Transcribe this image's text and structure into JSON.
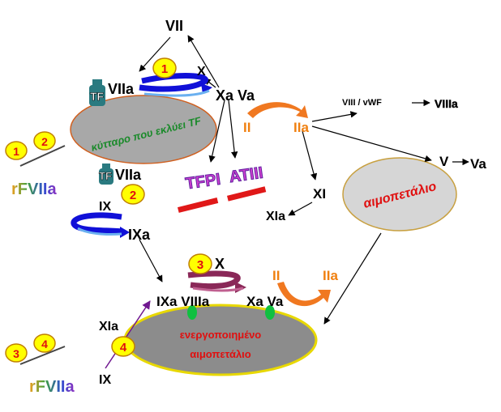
{
  "labels": {
    "vii": "VII",
    "x_top": "X",
    "xa_va_top": "Xa Va",
    "tf_top": "TF",
    "viia_top": "VIIa",
    "tf_mid": "TF",
    "viia_mid": "VIIa",
    "ix_left": "IX",
    "ixa_left": "IXa",
    "ii_top": "II",
    "iia_top": "IIa",
    "viii_vwf": "VIII / vWF",
    "viiia_top": "VIIIa",
    "v_right": "V",
    "va_right": "Va",
    "xi": "XI",
    "xia_mid": "XIa",
    "tfpi": "TFPI",
    "atiii": "ATIII",
    "x_mid": "X",
    "ixa_viiia": "IXa VIIIa",
    "xa_va_mid": "Xa Va",
    "ii_mid": "II",
    "iia_mid": "IIa",
    "xia_bottom": "XIa",
    "ix_bottom": "IX",
    "rfviia": "rFVIIa",
    "rfviiia": "rFVIIa"
  },
  "shapes": {
    "tf_cell": "κύτταρο που εκλύει TF",
    "platelet": "αιμοπετάλιο",
    "activated_platelet_line1": "ενεργοποιημένο",
    "activated_platelet_line2": "αιμοπετάλιο"
  },
  "badges": {
    "b1_top": "1",
    "b2_mid": "2",
    "b3_mid": "3",
    "b4_bottom": "4",
    "drug1_a": "1",
    "drug1_b": "2",
    "drug2_a": "3",
    "drug2_b": "4"
  },
  "colors": {
    "blue_arrow": "#1010d8",
    "maroon_arrow": "#8a2858",
    "orange_arrow": "#f07820",
    "cell_fill": "#a8a8a8",
    "cell_text": "#1a8a2a",
    "platelet_fill": "#d6d6d6",
    "platelet_text": "#e01010",
    "badge_fill": "#ffff00",
    "badge_stroke": "#c08000",
    "teal": "#2a7a80",
    "red_bar": "#e01818",
    "green_receptor": "#10c040",
    "purple_arrow": "#701890",
    "orange_label": "#f08010"
  }
}
